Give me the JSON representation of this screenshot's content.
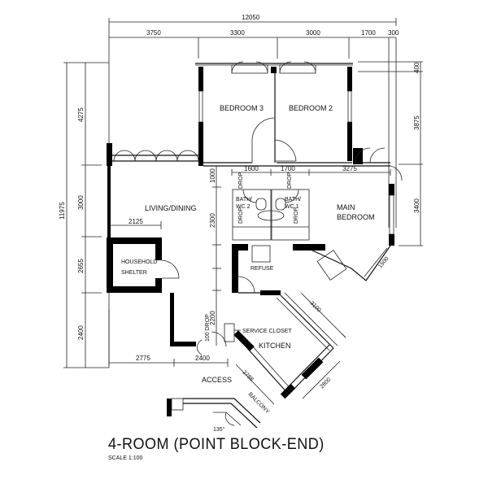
{
  "plan": {
    "title": "4-ROOM (POINT BLOCK-END)",
    "scale": "SCALE   1:100",
    "angle_label": "135°"
  },
  "dimensions": {
    "top_overall": "12050",
    "top_segments": [
      "3750",
      "3300",
      "3000",
      "1700",
      "300"
    ],
    "left_overall": "11975",
    "left_segments": [
      "4275",
      "3000",
      "2655",
      "2400"
    ],
    "right_segments": [
      "400",
      "3875",
      "3400"
    ],
    "inner_top": [
      "1600",
      "1700",
      "3275"
    ],
    "inner_vertical": [
      "1000",
      "2300",
      "2200"
    ],
    "living_width": "2125",
    "bottom_segments": [
      "2775",
      "2400"
    ],
    "kitchen_diag": [
      "3100",
      "2800",
      "2788"
    ],
    "main_bedroom_bay": "1500",
    "entry_drop": "100 DROP"
  },
  "rooms": {
    "bedroom3": "BEDROOM 3",
    "bedroom2": "BEDROOM 2",
    "living": "LIVING/DINING",
    "main_bedroom_1": "MAIN",
    "main_bedroom_2": "BEDROOM",
    "bath2_1": "BATH/",
    "bath2_2": "WC  2",
    "bath1_1": "BATH/",
    "bath1_2": "WC  1",
    "shelter_1": "HOUSEHOLD",
    "shelter_2": "SHELTER",
    "refuse": "REFUSE",
    "service_closet": "SERVICE  CLOSET",
    "kitchen": "KITCHEN",
    "access": "ACCESS",
    "balcony": "BALCONY",
    "drop": "DROP"
  }
}
